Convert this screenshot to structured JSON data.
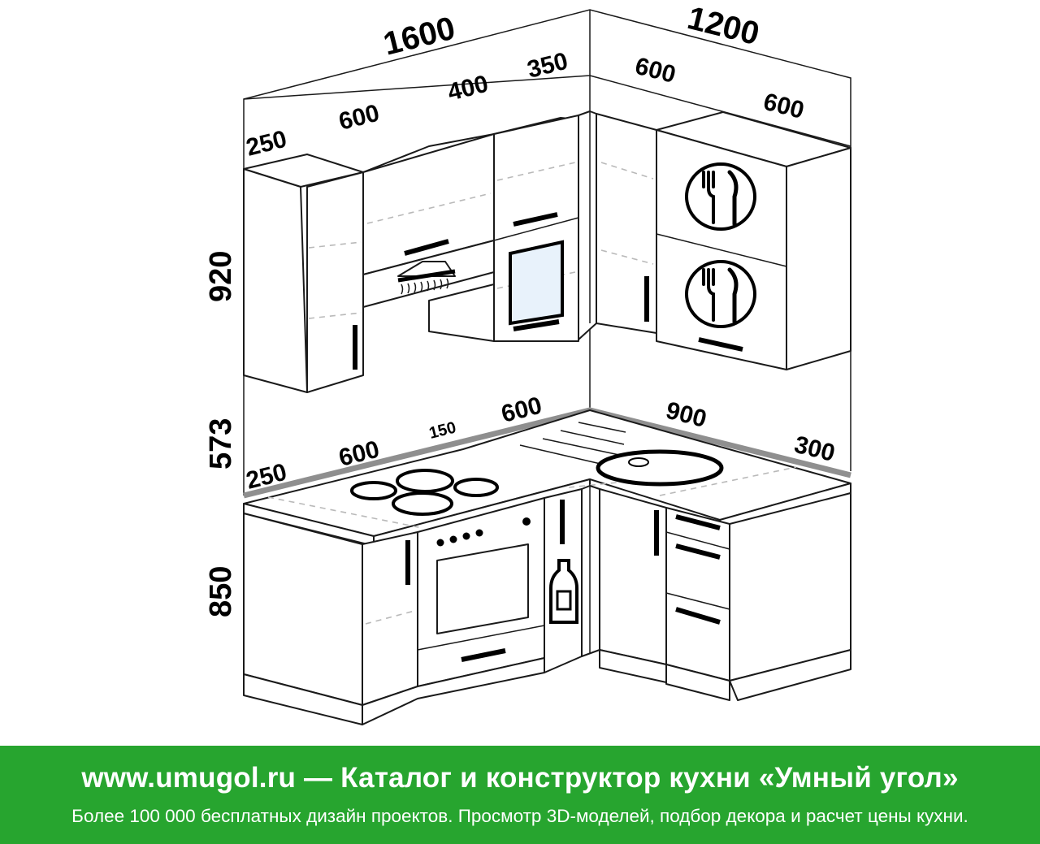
{
  "dimensions": {
    "left_wall_total": "1600",
    "right_wall_total": "1200",
    "upper_left_250": "250",
    "upper_600": "600",
    "upper_400": "400",
    "upper_350": "350",
    "upper_right_600_a": "600",
    "upper_right_600_b": "600",
    "height_upper": "920",
    "height_gap": "573",
    "height_base": "850",
    "base_250": "250",
    "base_600_a": "600",
    "base_150": "150",
    "base_600_b": "600",
    "base_900": "900",
    "base_300": "300"
  },
  "banner": {
    "title": "www.umugol.ru — Каталог и конструктор кухни «Умный угол»",
    "subtitle": "Более 100 000 бесплатных дизайн проектов. Просмотр 3D-моделей, подбор декора и расчет цены кухни."
  },
  "colors": {
    "banner_bg": "#27a52f",
    "wall_line": "#8f8f8f"
  }
}
